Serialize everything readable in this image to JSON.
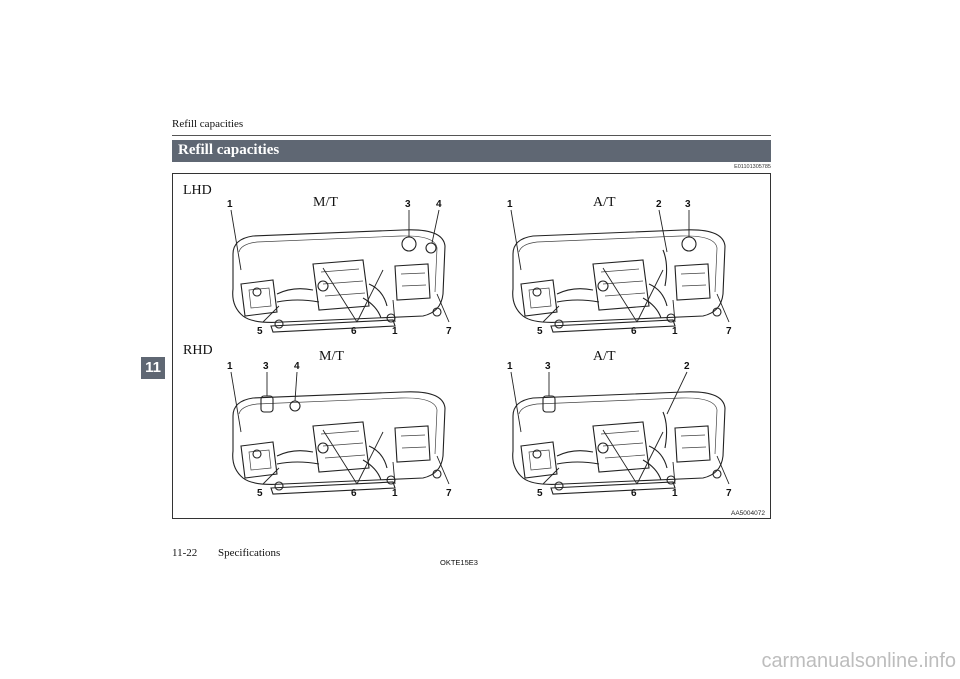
{
  "header": {
    "running_title": "Refill capacities"
  },
  "section": {
    "title": "Refill capacities",
    "code": "E01101305785"
  },
  "figure": {
    "drive_labels": {
      "lhd": "LHD",
      "rhd": "RHD"
    },
    "panels": [
      {
        "trans": "M/T",
        "top_callouts": [
          "1",
          "3",
          "4"
        ],
        "bottom_callouts": [
          "5",
          "6",
          "1",
          "7"
        ]
      },
      {
        "trans": "A/T",
        "top_callouts": [
          "1",
          "2",
          "3"
        ],
        "bottom_callouts": [
          "5",
          "6",
          "1",
          "7"
        ]
      },
      {
        "trans": "M/T",
        "top_callouts": [
          "1",
          "3",
          "4"
        ],
        "bottom_callouts": [
          "5",
          "6",
          "1",
          "7"
        ]
      },
      {
        "trans": "A/T",
        "top_callouts": [
          "1",
          "3",
          "2"
        ],
        "bottom_callouts": [
          "5",
          "6",
          "1",
          "7"
        ]
      }
    ],
    "figure_code": "AA5004072"
  },
  "side_tab": {
    "chapter": "11"
  },
  "footer": {
    "page": "11-22",
    "section": "Specifications",
    "print_code": "OKTE15E3"
  },
  "watermark": "carmanualsonline.info"
}
